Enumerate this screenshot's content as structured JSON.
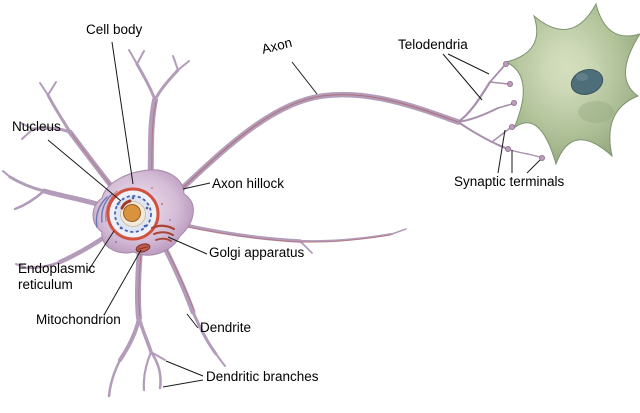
{
  "diagram": {
    "labels": {
      "cell_body": "Cell body",
      "axon": "Axon",
      "telodendria": "Telodendria",
      "nucleus": "Nucleus",
      "axon_hillock": "Axon hillock",
      "synaptic_terminals": "Synaptic terminals",
      "golgi_apparatus": "Golgi apparatus",
      "endoplasmic_reticulum": "Endoplasmic reticulum",
      "mitochondrion": "Mitochondrion",
      "dendrite": "Dendrite",
      "dendritic_branches": "Dendritic branches"
    },
    "colors": {
      "background": "#ffffff",
      "soma_center": "#f0e4f0",
      "soma_edge": "#b08bb3",
      "neurite": "#b29cba",
      "neurite_accent_red": "#b5656a",
      "nucleus_rim_red": "#cf5340",
      "nuclear_envelope_blue": "#4a62b0",
      "nucleolus_orange": "#d9933f",
      "organelle_red": "#a84434",
      "target_cell_green": "#a9bd92",
      "target_cell_nucleus": "#4e6e79",
      "label_text": "#000000",
      "leader_line": "#1a1a1a"
    }
  }
}
